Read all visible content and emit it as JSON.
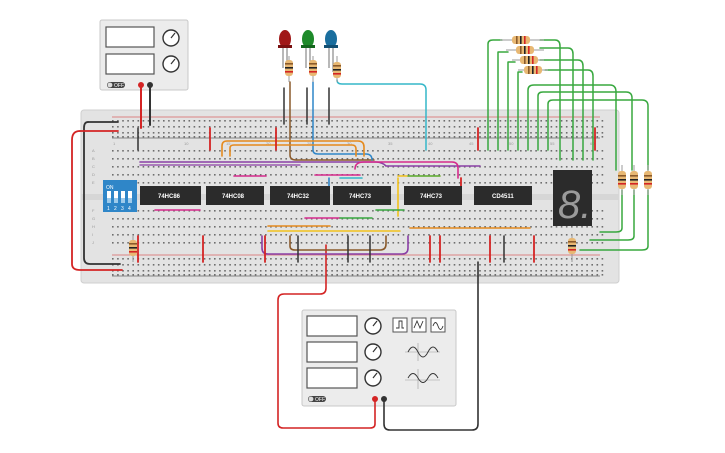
{
  "chips": [
    {
      "label": "74HC86"
    },
    {
      "label": "74HC08"
    },
    {
      "label": "74HC32"
    },
    {
      "label": "74HC73"
    },
    {
      "label": "74HC73"
    },
    {
      "label": "CD4511"
    }
  ],
  "dip_switch": {
    "on_label": "ON",
    "numbers": [
      "1",
      "2",
      "3",
      "4"
    ]
  },
  "breadboard": {
    "column_numbers": [
      "1",
      "10",
      "15",
      "20",
      "25",
      "30",
      "35",
      "40",
      "45",
      "50",
      "55",
      "60"
    ],
    "row_letters_top": [
      "A",
      "B",
      "C",
      "D",
      "E"
    ],
    "row_letters_bottom": [
      "F",
      "G",
      "H",
      "I",
      "J"
    ]
  },
  "power_supply": {
    "switch_label": "OFF"
  },
  "function_generator": {
    "switch_label": "OFF",
    "waveforms": [
      "square-wave-icon",
      "triangle-wave-icon",
      "sine-wave-icon"
    ]
  },
  "seven_segment": {
    "digit": "8."
  },
  "leds": [
    {
      "color": "#a01818"
    },
    {
      "color": "#1e8a2a"
    },
    {
      "color": "#1a6e9e"
    }
  ],
  "colors": {
    "board": "#e6e6e6",
    "chip": "#2b2b2b",
    "red_wire": "#d42424",
    "black_wire": "#333333",
    "dip_blue": "#2f86c8"
  }
}
